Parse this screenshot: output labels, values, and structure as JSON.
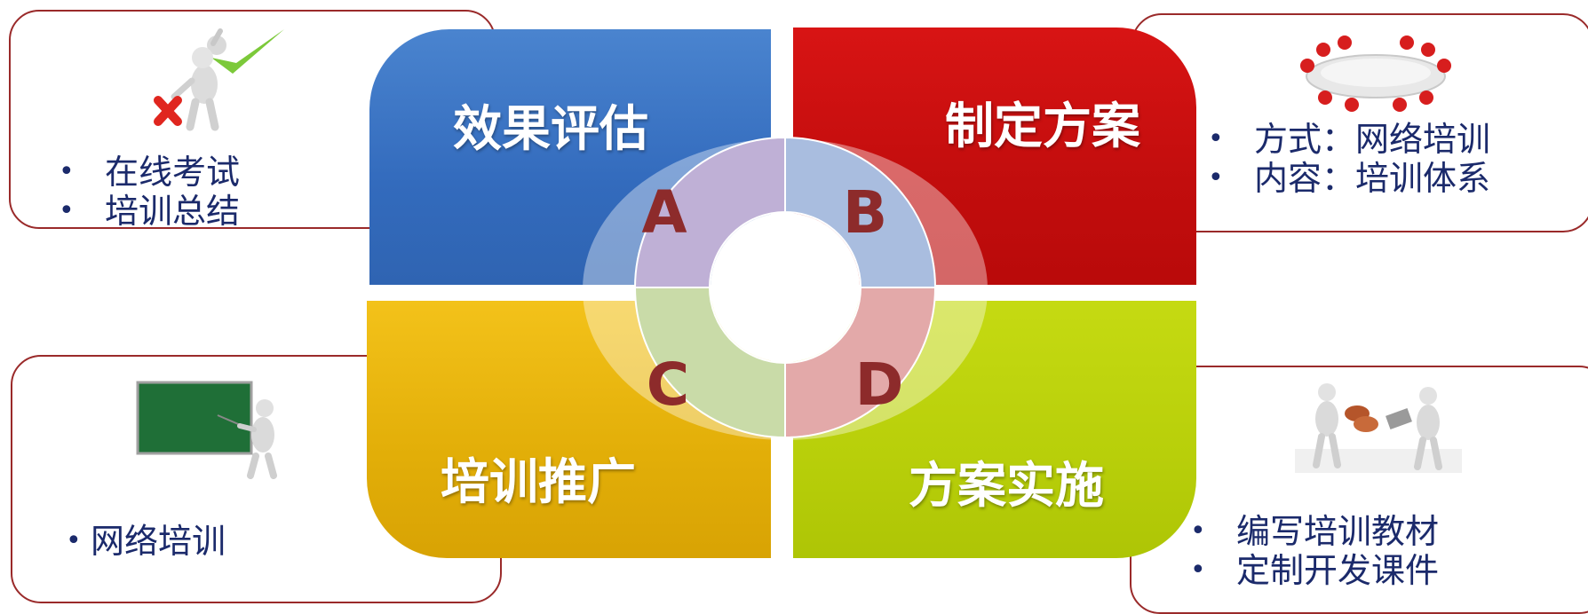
{
  "quadrants": {
    "top_left": {
      "label": "效果评估",
      "letter": "A",
      "color": "#336bbd"
    },
    "top_right": {
      "label": "制定方案",
      "letter": "B",
      "color": "#c20d0d"
    },
    "bottom_left": {
      "label": "培训推广",
      "letter": "C",
      "color": "#e2ae08"
    },
    "bottom_right": {
      "label": "方案实施",
      "letter": "D",
      "color": "#b8cf0a"
    }
  },
  "callouts": {
    "top_left": {
      "icon": "person-checkmark-cross-icon",
      "items": [
        "在线考试",
        "培训总结"
      ]
    },
    "top_right": {
      "icon": "meeting-table-icon",
      "items": [
        "方式：网络培训",
        "内容：培训体系"
      ]
    },
    "bottom_left": {
      "icon": "blackboard-teacher-icon",
      "items": [
        "网络培训"
      ]
    },
    "bottom_right": {
      "icon": "exchange-documents-icon",
      "items": [
        "编写培训教材",
        "定制开发课件"
      ]
    }
  },
  "accent_border": "#9a2a2a",
  "text_color": "#1b2a6b"
}
